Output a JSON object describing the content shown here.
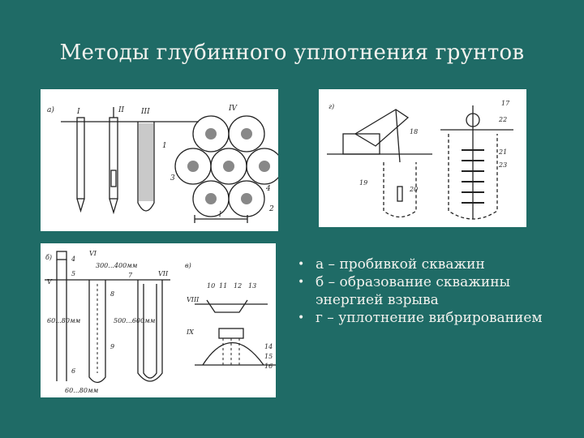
{
  "slide": {
    "title": "Методы глубинного уплотнения грунтов"
  },
  "bullets": [
    {
      "text": "а – пробивкой скважин"
    },
    {
      "text": "б – образование скважины энергией взрыва"
    },
    {
      "text": "г – уплотнение вибрированием"
    }
  ],
  "figure_a": {
    "panel_label": "а)",
    "roman_I": "I",
    "roman_II": "II",
    "roman_III": "III",
    "roman_IV": "IV",
    "num_1": "1",
    "num_2": "2",
    "num_3": "3",
    "num_4": "4",
    "dim_l": "l"
  },
  "figure_g": {
    "panel_label": "г)",
    "n17": "17",
    "n18": "18",
    "n19": "19",
    "n20": "20",
    "n21": "21",
    "n22": "22",
    "n23": "23"
  },
  "figure_b": {
    "panel_label_b": "б)",
    "panel_label_v": "в)",
    "roman_V": "V",
    "roman_VI": "VI",
    "roman_VII": "VII",
    "roman_VIII": "VIII",
    "roman_IX": "IX",
    "dim_300_400": "300...400мм",
    "dim_60_80": "60...80мм",
    "dim_500_600": "500...600мм",
    "dim_60_80b": "60...80мм",
    "n4": "4",
    "n5": "5",
    "n6": "6",
    "n7": "7",
    "n8": "8",
    "n9": "9",
    "n10": "10",
    "n11": "11",
    "n12": "12",
    "n13": "13",
    "n14": "14",
    "n15": "15",
    "n16": "16"
  },
  "colors": {
    "background": "#1f6b66",
    "text": "#f2f2ee",
    "panel": "#ffffff",
    "ink": "#222222"
  }
}
